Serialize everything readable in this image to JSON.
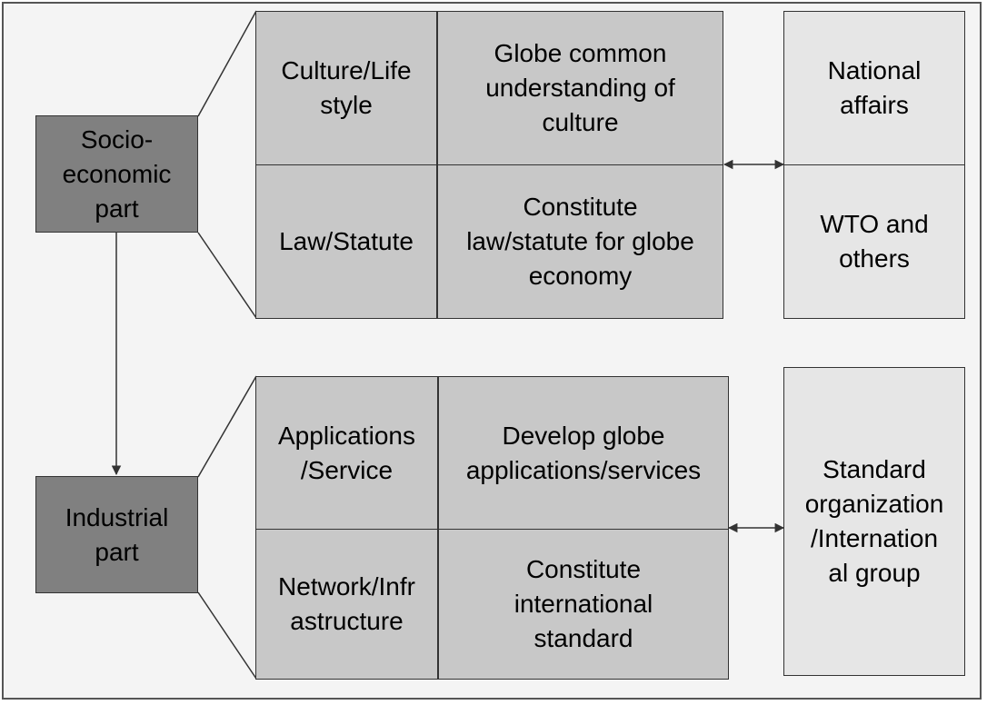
{
  "left": {
    "socio": "Socio-\neconomic\npart",
    "industrial": "Industrial\npart"
  },
  "upper": {
    "culture": "Culture/Life\nstyle",
    "globe_culture": "Globe common\nunderstanding of\nculture",
    "law": "Law/Statute",
    "constitute_law": "Constitute\nlaw/statute for globe\neconomy",
    "national": "National\naffairs",
    "wto": "WTO and\nothers"
  },
  "lower": {
    "applications": "Applications\n/Service",
    "develop_apps": "Develop globe\napplications/services",
    "network": "Network/Infr\nastructure",
    "constitute_standard": "Constitute\ninternational\nstandard",
    "standard_org": "Standard\norganization\n/Internation\nal group"
  },
  "colors": {
    "dark_box": "#808080",
    "mid_box": "#c8c8c8",
    "light_box": "#e6e6e6",
    "line": "#333333"
  }
}
